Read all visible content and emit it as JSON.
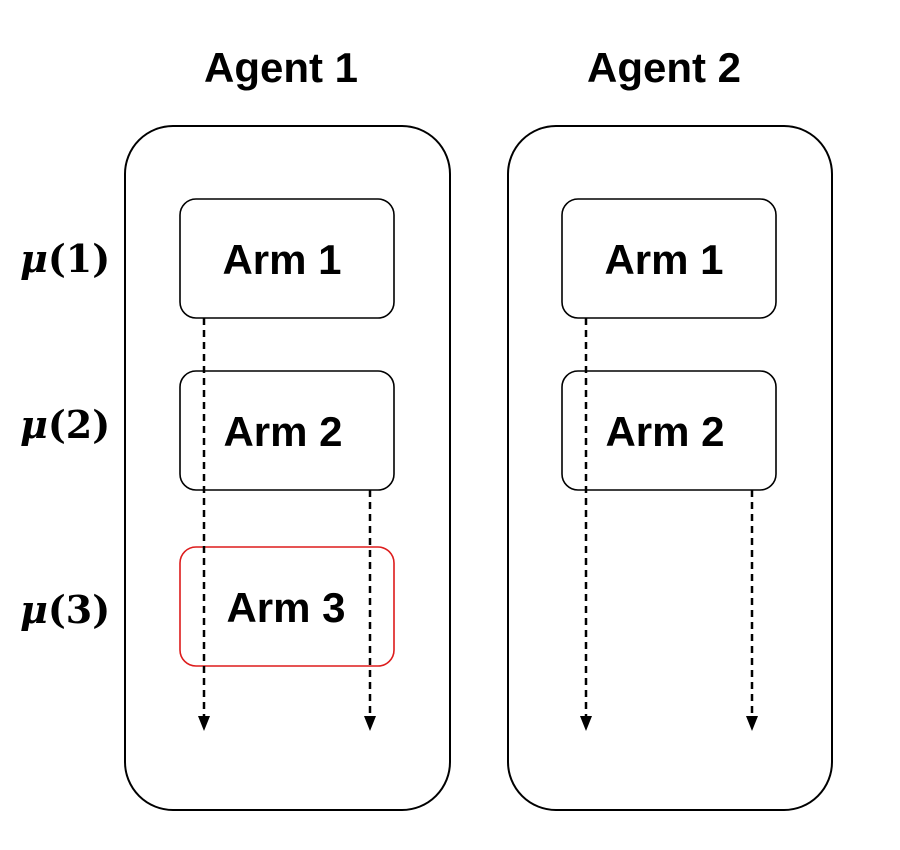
{
  "agents": [
    {
      "title": "Agent 1",
      "arms": [
        {
          "label": "Arm 1",
          "highlighted": false
        },
        {
          "label": "Arm 2",
          "highlighted": false
        },
        {
          "label": "Arm 3",
          "highlighted": true
        }
      ]
    },
    {
      "title": "Agent 2",
      "arms": [
        {
          "label": "Arm 1",
          "highlighted": false
        },
        {
          "label": "Arm 2",
          "highlighted": false
        }
      ]
    }
  ],
  "row_labels": [
    {
      "symbol": "μ",
      "index": "(1)"
    },
    {
      "symbol": "μ",
      "index": "(2)"
    },
    {
      "symbol": "μ",
      "index": "(3)"
    }
  ],
  "colors": {
    "highlight": "#dd1c1c",
    "stroke": "#000000"
  }
}
